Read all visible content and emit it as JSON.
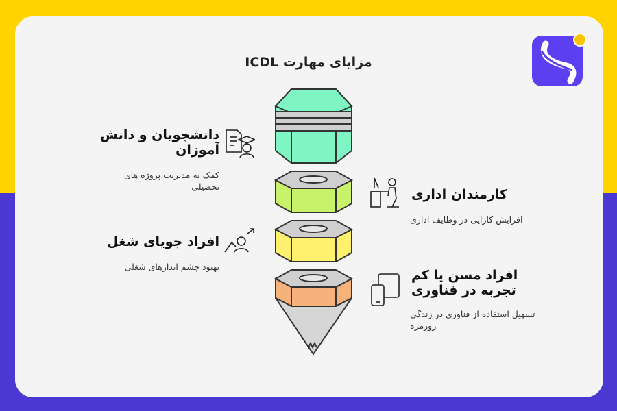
{
  "title": "ICDL مزایای مهارت",
  "items": [
    {
      "heading": "دانشجویان و دانش آموزان",
      "description": "کمک به مدیریت پروژه های تحصیلی"
    },
    {
      "heading": "کارمندان اداری",
      "description": "افزایش کارایی در وظایف اداری"
    },
    {
      "heading": "افراد جویای شغل",
      "description": "بهبود چشم اندازهای شغلی"
    },
    {
      "heading": "افراد مسن یا کم تجربه در فناوری",
      "description": "تسهیل استفاده از فناوری در زندگی روزمره"
    }
  ],
  "colors": {
    "top_band": "#ffd200",
    "bottom_band": "#4b37d2",
    "segment_1": "#7ff5c4",
    "segment_2": "#c8f26a",
    "segment_3": "#fff06e",
    "segment_4": "#f5b27a",
    "pencil_tip": "#d6d6d6"
  },
  "icons": {
    "students": "student-document-icon",
    "office": "office-worker-icon",
    "jobseeker": "job-growth-icon",
    "elderly": "mobile-devices-icon",
    "logo": "brand-logo-icon"
  }
}
